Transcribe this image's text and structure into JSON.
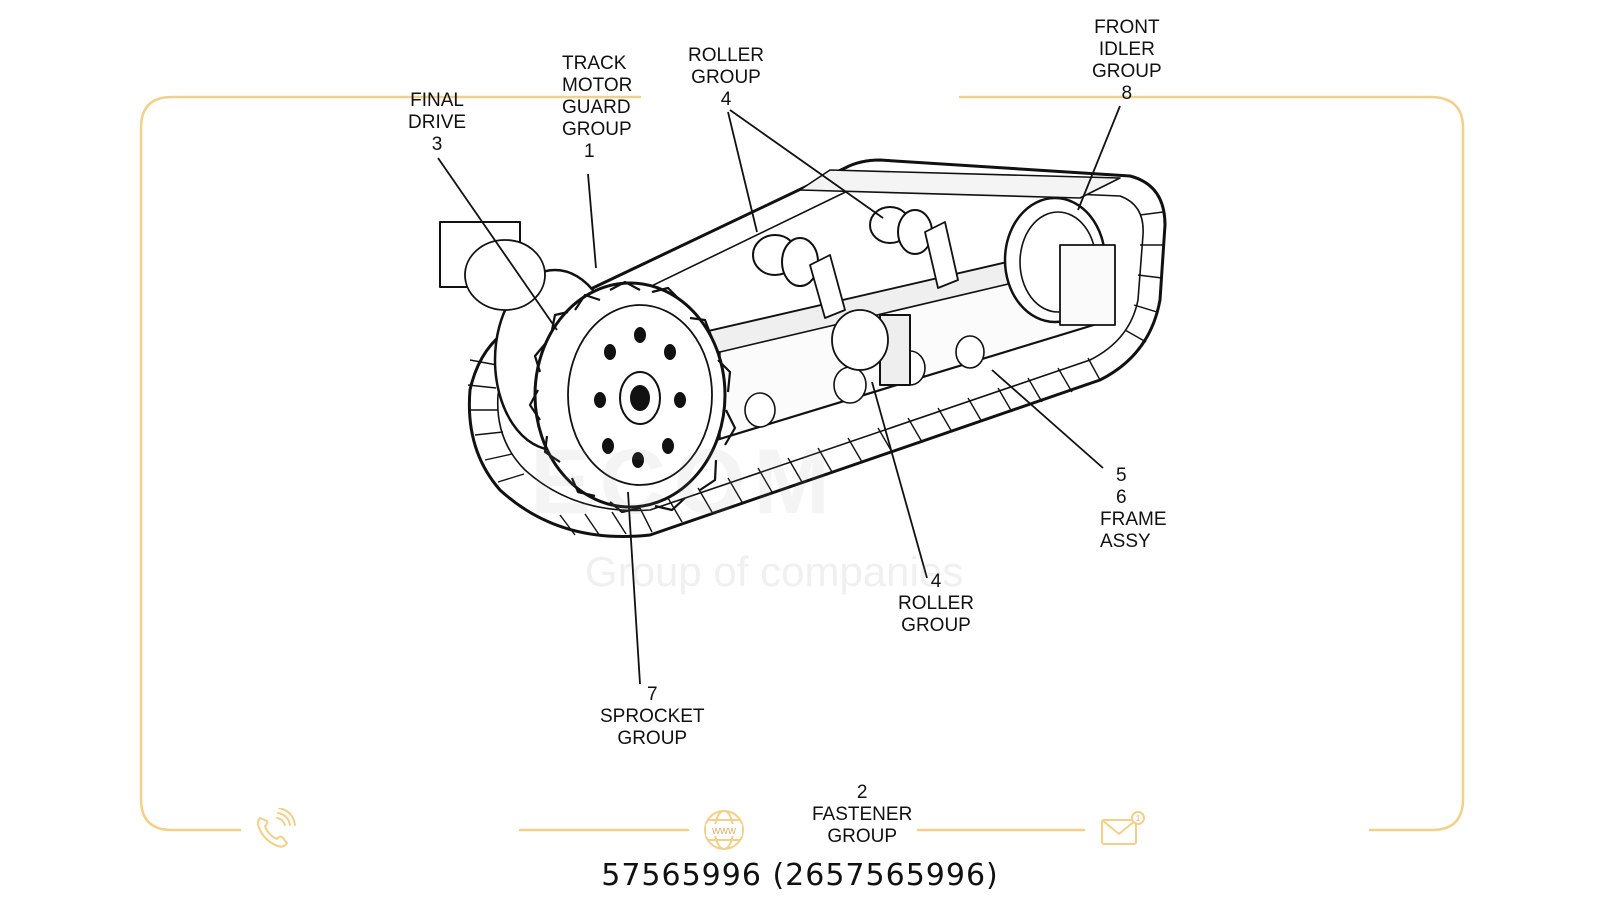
{
  "frame_color": "#F2D08A",
  "callouts": [
    {
      "id": "final-drive",
      "lines": [
        "FINAL",
        "DRIVE",
        "3"
      ]
    },
    {
      "id": "track-motor-guard",
      "lines": [
        "TRACK",
        "MOTOR",
        "GUARD",
        "GROUP",
        "1"
      ]
    },
    {
      "id": "roller-group-top",
      "lines": [
        "ROLLER",
        "GROUP",
        "4"
      ]
    },
    {
      "id": "front-idler",
      "lines": [
        "FRONT",
        "IDLER",
        "GROUP",
        "8"
      ]
    },
    {
      "id": "frame-assy",
      "lines": [
        "5",
        "6",
        "FRAME",
        "ASSY"
      ]
    },
    {
      "id": "roller-group-bottom",
      "lines": [
        "4",
        "ROLLER",
        "GROUP"
      ]
    },
    {
      "id": "sprocket",
      "lines": [
        "7",
        "SPROCKET",
        "GROUP"
      ]
    },
    {
      "id": "fastener",
      "lines": [
        "2",
        "FASTENER",
        "GROUP"
      ]
    }
  ],
  "watermark": {
    "main": "ECOM",
    "sub": "Group of companies"
  },
  "footer_icons": {
    "phone": "phone-icon",
    "web": "www-globe-icon",
    "web_text": "www",
    "mail": "mail-icon",
    "mail_badge": "1"
  },
  "part_number": "57565996 (2657565996)"
}
